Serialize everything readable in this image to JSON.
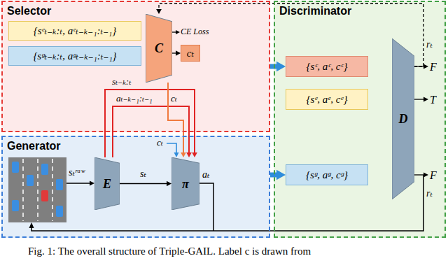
{
  "diagram": {
    "caption": "Fig. 1: The overall structure of Triple-GAIL. Label c is drawn from",
    "nodes": [
      {
        "text": [
          "Selector"
        ]
      },
      {
        "text": [
          "{sᵉₜ₋ₖ:ₜ, aᵉₜ₋ₖ₋₁:ₜ₋₁}"
        ],
        "in": 0
      },
      {
        "text": [
          "{sᵍₜ₋ₖ:ₜ, aᵍₜ₋ₖ₋₁:ₜ₋₁}"
        ],
        "in": 0
      },
      {
        "text": [
          "C"
        ],
        "in": 0
      },
      {
        "text": [
          "cₜ"
        ],
        "in": 0
      },
      {
        "text": [
          "Discriminator"
        ]
      },
      {
        "text": [
          "{sᶜ, aᶜ, cᶜ}"
        ],
        "in": 5
      },
      {
        "text": [
          "{sᵉ, aᵉ, cᵉ}"
        ],
        "in": 5
      },
      {
        "text": [
          "{sᵍ, aᵍ, cᵍ}"
        ],
        "in": 5
      },
      {
        "text": [
          "D"
        ],
        "in": 5
      },
      {
        "text": [
          "Generator"
        ]
      },
      {
        "text": [
          "E"
        ],
        "in": 10
      },
      {
        "text": [
          "π"
        ],
        "in": 10
      }
    ],
    "edges": [
      {
        "from": 3,
        "to": 4,
        "arrow": "to"
      },
      {
        "from": 0,
        "to": 6,
        "arrow": "to"
      },
      {
        "from": 10,
        "to": 8,
        "arrow": "to"
      },
      {
        "from": 9,
        "to": 3,
        "arrow": "to",
        "label": "rₜ"
      },
      {
        "from": 11,
        "to": 12,
        "arrow": "to",
        "label": "sₜ"
      },
      {
        "from": 11,
        "to": 12,
        "arrow": "to",
        "label": "sₜ₋ₖ:ₜ"
      },
      {
        "from": 11,
        "to": 12,
        "arrow": "to",
        "label": "aₜ₋ₖ₋₁:ₜ₋₁"
      },
      {
        "from": 3,
        "to": 12,
        "arrow": "to",
        "label": "cₜ"
      }
    ],
    "labels": [
      "CE Loss",
      "sₜʳᵃʷ",
      "cₜ",
      "aₜ",
      "F",
      "T",
      "F",
      "rₜ"
    ]
  }
}
